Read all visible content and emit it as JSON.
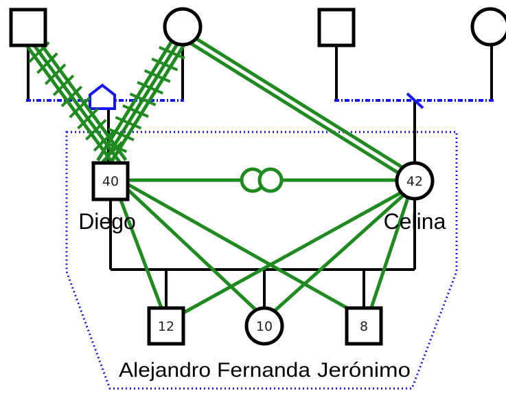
{
  "colors": {
    "line": "#000000",
    "relationship": "#1f8a1f",
    "household": "#1515f0",
    "background": "#ffffff"
  },
  "people": {
    "diego": {
      "name": "Diego",
      "age": "40",
      "shape": "square"
    },
    "celina": {
      "name": "Celina",
      "age": "42",
      "shape": "circle"
    },
    "alejandro": {
      "name": "Alejandro",
      "age": "12",
      "shape": "square"
    },
    "fernanda": {
      "name": "Fernanda",
      "age": "10",
      "shape": "circle"
    },
    "jeronimo": {
      "name": "Jerónimo",
      "age": "8",
      "shape": "square"
    }
  },
  "grandparents": {
    "paternal_father": {
      "shape": "square"
    },
    "paternal_mother": {
      "shape": "circle"
    },
    "maternal_father": {
      "shape": "square"
    },
    "maternal_mother": {
      "shape": "circle"
    }
  },
  "relationships": [
    {
      "from": "paternal_father",
      "to": "diego",
      "type": "conflict"
    },
    {
      "from": "paternal_mother",
      "to": "diego",
      "type": "conflict"
    },
    {
      "from": "paternal_mother",
      "to": "celina",
      "type": "close"
    },
    {
      "from": "diego",
      "to": "celina",
      "type": "fused"
    },
    {
      "from": "diego",
      "to": "alejandro",
      "type": "normal"
    },
    {
      "from": "diego",
      "to": "fernanda",
      "type": "normal"
    },
    {
      "from": "diego",
      "to": "jeronimo",
      "type": "normal"
    },
    {
      "from": "celina",
      "to": "alejandro",
      "type": "normal"
    },
    {
      "from": "celina",
      "to": "fernanda",
      "type": "normal"
    },
    {
      "from": "celina",
      "to": "jeronimo",
      "type": "normal"
    }
  ],
  "icons": [
    "house-icon",
    "marriage-separation-slash-icon",
    "fused-relationship-rings-icon",
    "conflict-hatch-marks-icon"
  ]
}
